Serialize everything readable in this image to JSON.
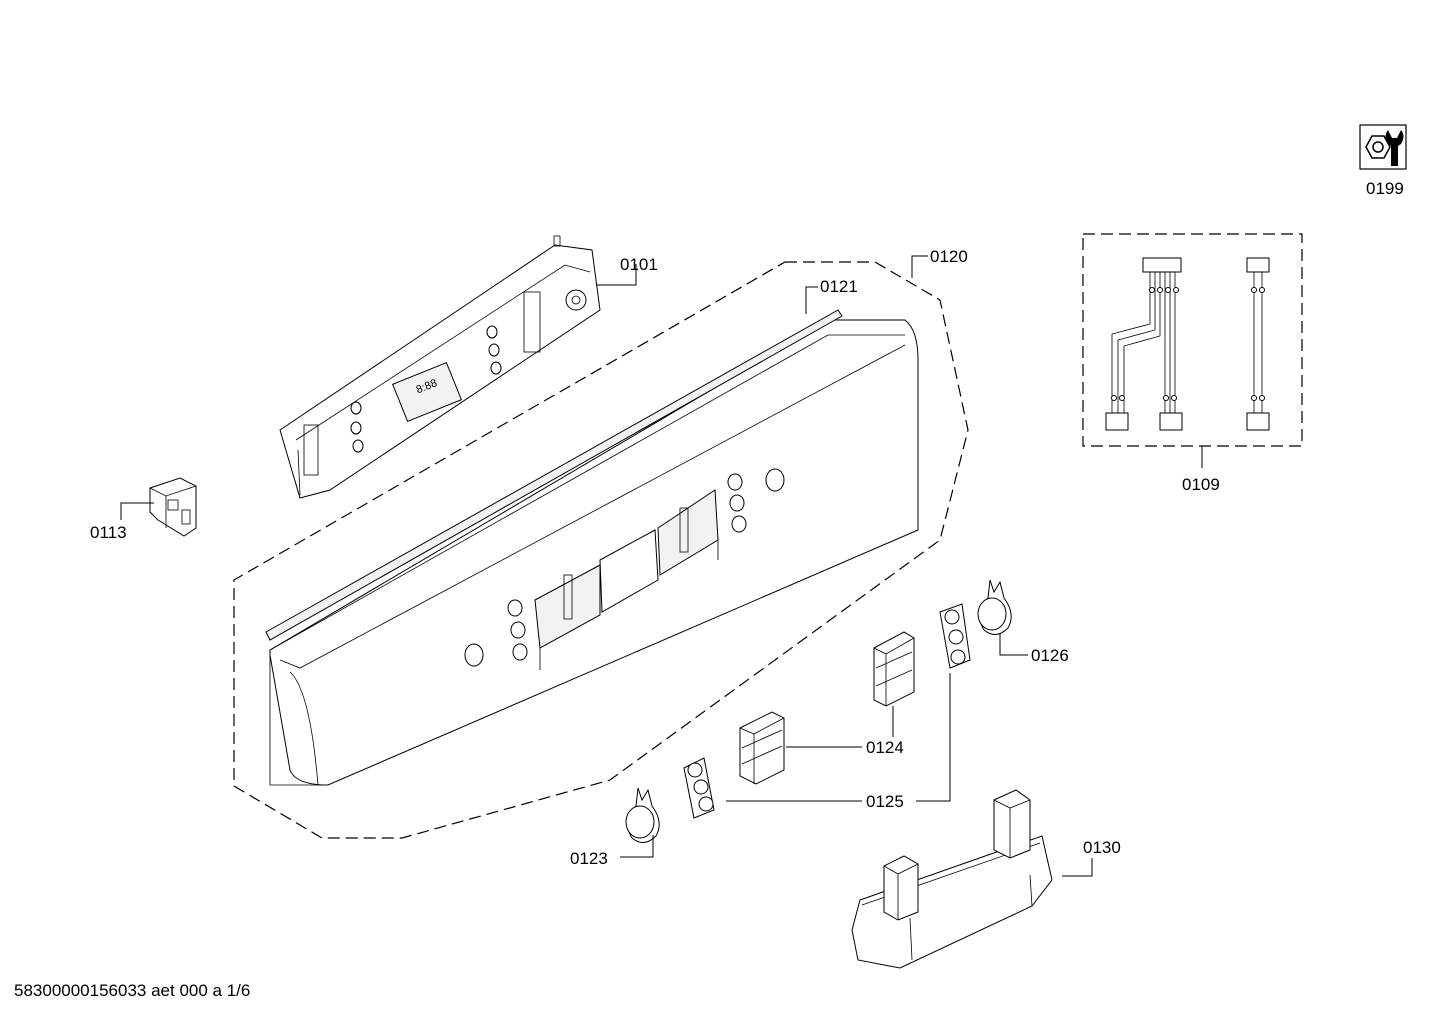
{
  "callouts": {
    "c0101": "0101",
    "c0109": "0109",
    "c0113": "0113",
    "c0120": "0120",
    "c0121": "0121",
    "c0123": "0123",
    "c0124": "0124",
    "c0125": "0125",
    "c0126": "0126",
    "c0130": "0130",
    "c0199": "0199"
  },
  "footer": {
    "code": "58300000156033 aet 000 a 1/6"
  },
  "icons": {
    "service": "wrench-nut-icon"
  }
}
